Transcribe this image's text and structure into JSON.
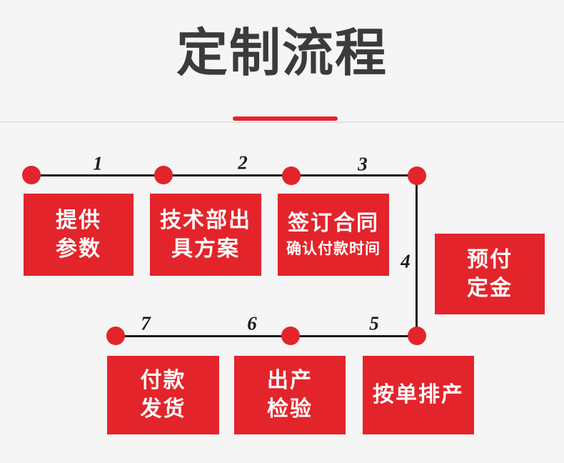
{
  "colors": {
    "background": "#f5f5f6",
    "accent_red": "#e3242b",
    "title_dark": "#3b3b3b",
    "line_black": "#1a1a1a",
    "divider_gray": "#e2e2e3"
  },
  "header": {
    "title": "定制流程"
  },
  "flow": {
    "numbers": [
      "1",
      "2",
      "3",
      "4",
      "5",
      "6",
      "7"
    ],
    "boxes": [
      {
        "step": 1,
        "line1": "提供",
        "line2": "参数"
      },
      {
        "step": 2,
        "line1": "技术部出",
        "line2": "具方案"
      },
      {
        "step": 3,
        "line1": "签订合同",
        "sub": "确认付款时间"
      },
      {
        "step": 4,
        "line1": "预付",
        "line2": "定金"
      },
      {
        "step": 5,
        "line1": "按单排产"
      },
      {
        "step": 6,
        "line1": "出产",
        "line2": "检验"
      },
      {
        "step": 7,
        "line1": "付款",
        "line2": "发货"
      }
    ]
  }
}
